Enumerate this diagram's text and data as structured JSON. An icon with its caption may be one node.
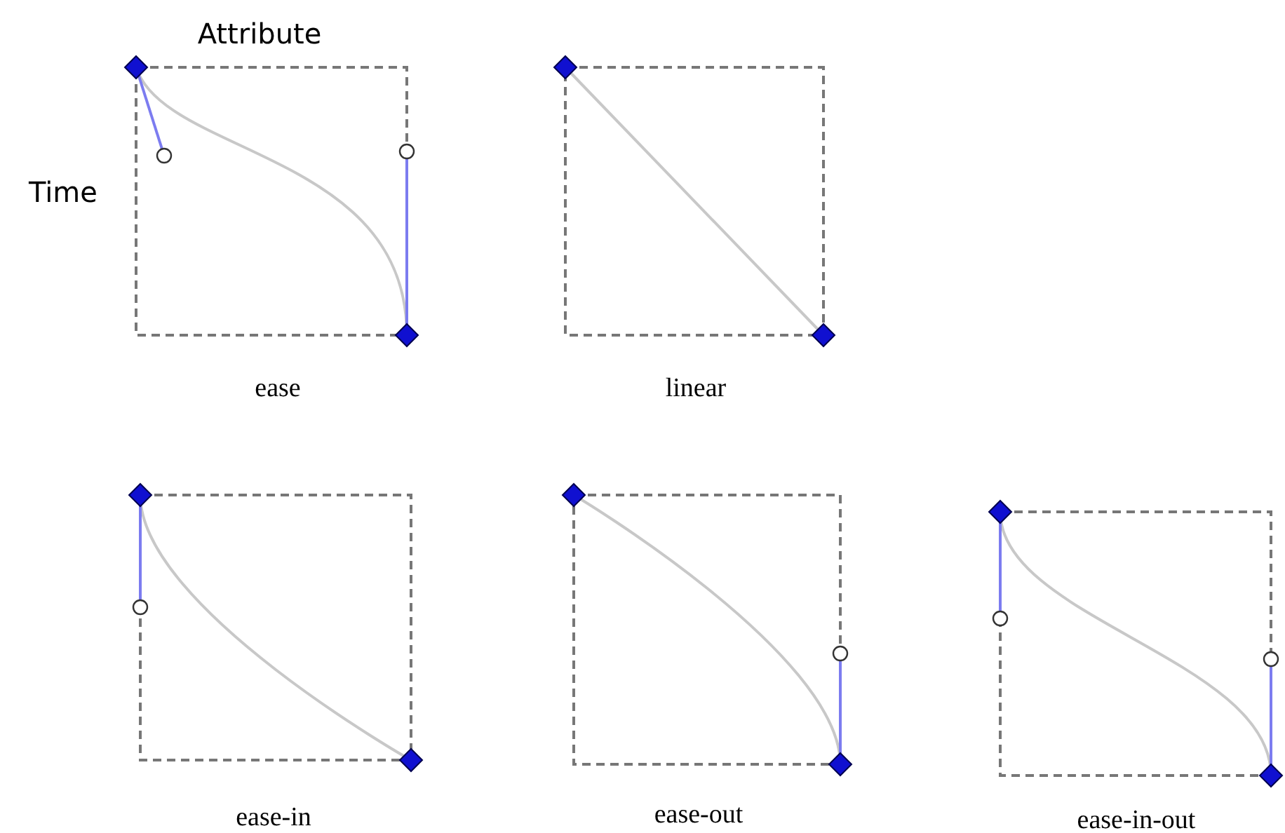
{
  "diagram": {
    "labels": [
      "Attribute",
      "Time",
      "ease",
      "linear",
      "ease-in",
      "ease-out",
      "ease-in-out"
    ]
  }
}
